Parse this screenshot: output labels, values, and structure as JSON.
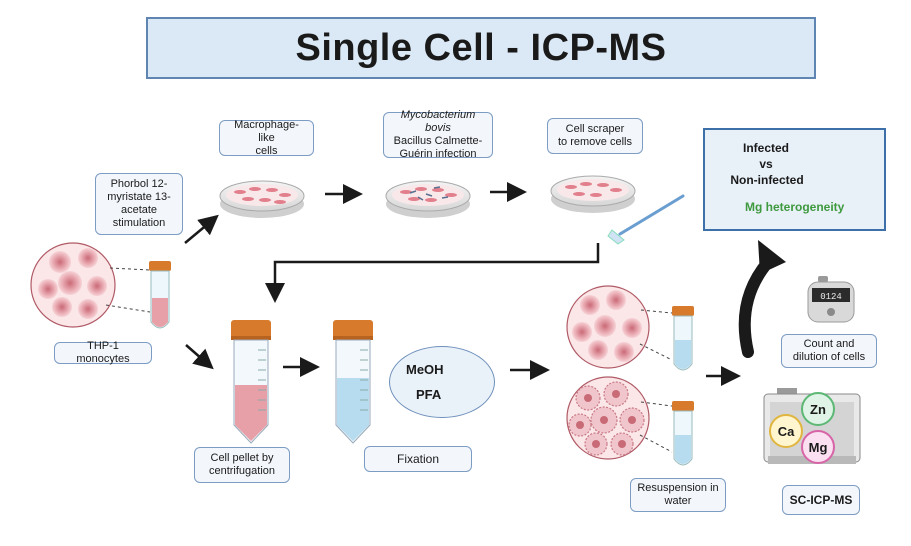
{
  "title": "Single Cell - ICP-MS",
  "labels": {
    "pma": [
      "Phorbol 12-",
      "myristate 13-",
      "acetate",
      "stimulation"
    ],
    "macrophage": [
      "Macrophage-like",
      "cells"
    ],
    "bcg_species": "Mycobacterium bovis",
    "bcg_rest": [
      "Bacillus Calmette-",
      "Guérin infection"
    ],
    "scraper": [
      "Cell scraper",
      "to remove cells"
    ],
    "thp1": "THP-1 monocytes",
    "pellet": [
      "Cell pellet by",
      "centrifugation"
    ],
    "fixation": "Fixation",
    "resuspension": [
      "Resuspension in",
      "water"
    ],
    "count": [
      "Count and",
      "dilution of cells"
    ],
    "sc_icp_ms": "SC-ICP-MS"
  },
  "fixation_methods": [
    {
      "name": "MeOH",
      "mark": "cross-mark-icon",
      "color": "#d43d3d"
    },
    {
      "name": "PFA",
      "mark": "check-mark-icon",
      "color": "#3f9a3f"
    }
  ],
  "result": {
    "line1": "Infected",
    "line2": "vs",
    "line3": "Non-infected",
    "heterogeneity": "Mg heterogeneity",
    "arrow_color": "#3f9a3f"
  },
  "elements": [
    "Ca",
    "Zn",
    "Mg"
  ],
  "counter_display": "0124",
  "colors": {
    "accent_blue": "#5f86b3",
    "tube_cap": "#d77a2c",
    "cell_pink": "#e8a0a8",
    "liquid_blue": "#b8dcef"
  }
}
